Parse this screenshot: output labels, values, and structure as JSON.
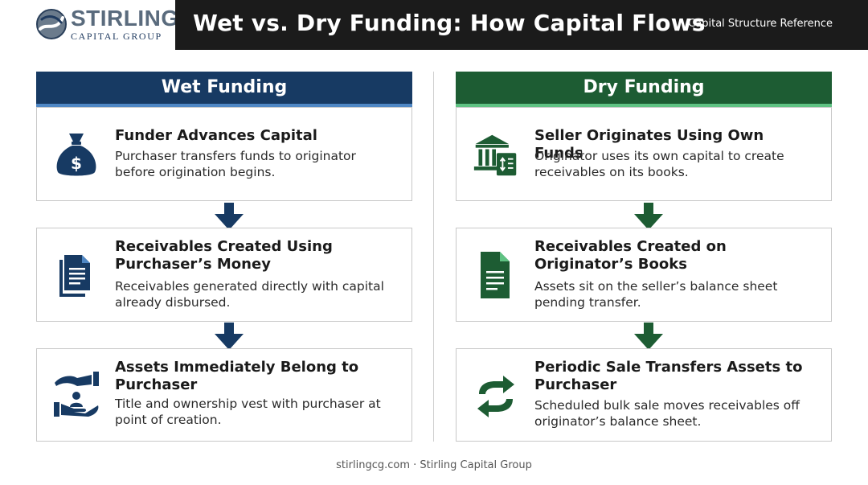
{
  "brand": {
    "name": "STIRLING",
    "subtitle": "CAPITAL GROUP",
    "logo_icon": "globe-swoosh-icon"
  },
  "header": {
    "title": "Wet vs. Dry Funding: How Capital Flows",
    "tag": "Capital Structure Reference"
  },
  "colors": {
    "wet_primary": "#173a63",
    "wet_accent": "#4f87c4",
    "dry_primary": "#1d5c33",
    "dry_accent": "#5fc283",
    "header_bg": "#1b1b1b"
  },
  "wet": {
    "heading": "Wet Funding",
    "steps": [
      {
        "icon": "money-bag-icon",
        "title": "Funder Advances Capital",
        "desc": "Purchaser transfers funds to originator before origination begins."
      },
      {
        "icon": "documents-icon",
        "title": "Receivables Created Using Purchaser’s Money",
        "desc": "Receivables generated directly with capital already disbursed."
      },
      {
        "icon": "hands-person-icon",
        "title": "Assets Immediately Belong to Purchaser",
        "desc": "Title and ownership vest with purchaser at point of creation."
      }
    ]
  },
  "dry": {
    "heading": "Dry Funding",
    "steps": [
      {
        "icon": "bank-building-icon",
        "title": "Seller Originates Using Own Funds",
        "desc": "Originator uses its own capital to create receivables on its books."
      },
      {
        "icon": "document-icon",
        "title": "Receivables Created on Originator’s Books",
        "desc": "Assets sit on the seller’s balance sheet pending transfer."
      },
      {
        "icon": "exchange-arrows-icon",
        "title": "Periodic Sale Transfers Assets to Purchaser",
        "desc": "Scheduled bulk sale moves receivables off originator’s balance sheet."
      }
    ]
  },
  "footer": {
    "text": "stirlingcg.com · Stirling Capital Group"
  }
}
